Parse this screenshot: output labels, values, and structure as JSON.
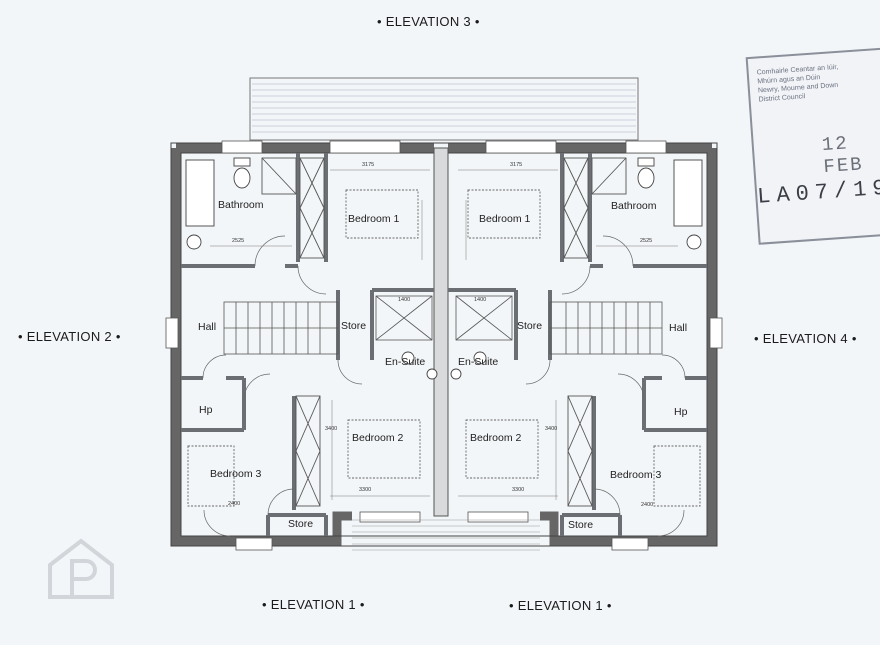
{
  "elevations": {
    "top": "ELEVATION 3",
    "left": "ELEVATION 2",
    "right": "ELEVATION 4",
    "bottom_left": "ELEVATION 1",
    "bottom_right": "ELEVATION 1"
  },
  "rooms": {
    "bathroom_left": "Bathroom",
    "bathroom_right": "Bathroom",
    "bedroom1_left": "Bedroom 1",
    "bedroom1_right": "Bedroom 1",
    "hall_left": "Hall",
    "hall_right": "Hall",
    "store_mid_left": "Store",
    "store_mid_right": "Store",
    "ensuite_left": "En-Suite",
    "ensuite_right": "En-Suite",
    "hp_left": "Hp",
    "hp_right": "Hp",
    "bedroom2_left": "Bedroom 2",
    "bedroom2_right": "Bedroom 2",
    "bedroom3_left": "Bedroom 3",
    "bedroom3_right": "Bedroom 3",
    "store_bot_left": "Store",
    "store_bot_right": "Store"
  },
  "dimensions": {
    "d3175_left": "3175",
    "d3175_right": "3175",
    "d2525_left": "2525",
    "d2525_right": "2525",
    "d1400_left": "1400",
    "d1400_right": "1400",
    "d3400_left": "3400",
    "d3400_right": "3400",
    "d3300_left": "3300",
    "d3300_right": "3300",
    "d2400_left": "2400",
    "d2400_right": "2400"
  },
  "stamp": {
    "line1": "Comhairle Ceantar an Iúir,",
    "line2": "Mhúrn agus an Dúin",
    "line3": "Newry, Mourne and Down",
    "line4": "District Council",
    "date": "12 FEB",
    "reference": "LA07/19"
  },
  "colors": {
    "wall": "#8a8c90",
    "line": "#555a60",
    "background": "#f3f6f8"
  }
}
